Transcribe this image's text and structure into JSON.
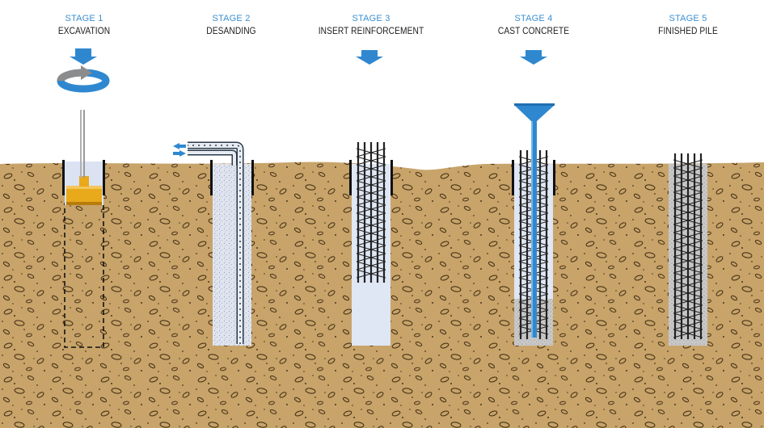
{
  "stages": [
    {
      "number": "STAGE 1",
      "name": "EXCAVATION"
    },
    {
      "number": "STAGE 2",
      "name": "DESANDING"
    },
    {
      "number": "STAGE 3",
      "name": "INSERT REINFORCEMENT"
    },
    {
      "number": "STAGE 4",
      "name": "CAST CONCRETE"
    },
    {
      "number": "STAGE 5",
      "name": "FINISHED PILE"
    }
  ],
  "colors": {
    "accent": "#3a8fd0",
    "soil": "#c8a46a",
    "soil_dark": "#4a3418",
    "bentonite": "#dfe6f4",
    "concrete": "#c9c9c9",
    "rebar": "#222222",
    "bucket": "#e8a91a"
  },
  "icons": [
    "down-arrow-icon",
    "rotation-arrow-icon",
    "left-arrow-icon"
  ]
}
